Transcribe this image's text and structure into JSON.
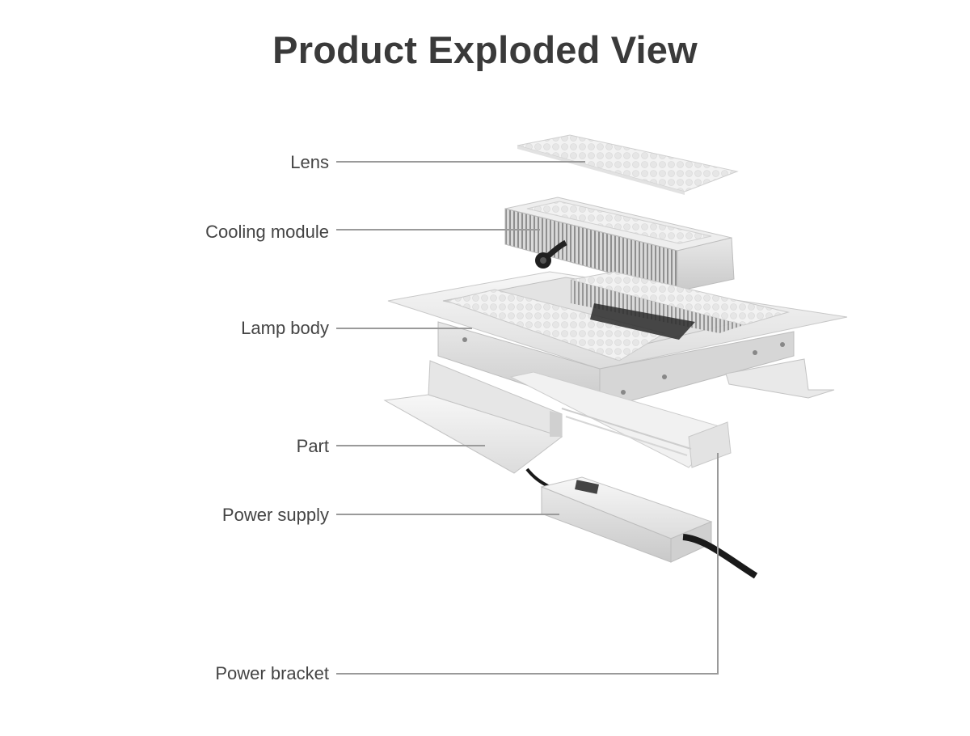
{
  "title": "Product Exploded View",
  "labels": {
    "lens": "Lens",
    "cooling_module": "Cooling module",
    "lamp_body": "Lamp body",
    "part": "Part",
    "power_supply": "Power supply",
    "power_bracket": "Power bracket"
  },
  "colors": {
    "title": "#3a3a3a",
    "label": "#444444",
    "leader_line": "#9a9a9a",
    "metal": "#ececec",
    "lens": "#f1f1f1"
  }
}
